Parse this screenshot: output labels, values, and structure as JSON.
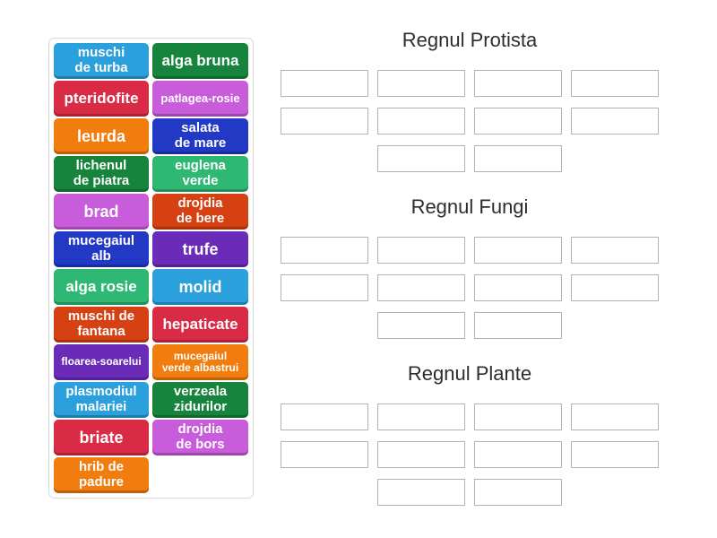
{
  "activity": {
    "tray": {
      "tiles": [
        {
          "label": "muschi\nde turba",
          "color": "#2ba0dc"
        },
        {
          "label": "alga bruna",
          "color": "#17843d"
        },
        {
          "label": "pteridofite",
          "color": "#d92b45"
        },
        {
          "label": "patlagea-rosie",
          "color": "#c95cda"
        },
        {
          "label": "leurda",
          "color": "#f07d0e"
        },
        {
          "label": "salata\nde mare",
          "color": "#2239c5"
        },
        {
          "label": "lichenul\nde piatra",
          "color": "#17843d"
        },
        {
          "label": "euglena\nverde",
          "color": "#2eb873"
        },
        {
          "label": "brad",
          "color": "#c95cda"
        },
        {
          "label": "drojdia\nde bere",
          "color": "#d64113"
        },
        {
          "label": "mucegaiul\nalb",
          "color": "#2239c5"
        },
        {
          "label": "trufe",
          "color": "#6a2cb8"
        },
        {
          "label": "alga rosie",
          "color": "#2eb873"
        },
        {
          "label": "molid",
          "color": "#2ba0dc"
        },
        {
          "label": "muschi de\nfantana",
          "color": "#d64113"
        },
        {
          "label": "hepaticate",
          "color": "#d92b45"
        },
        {
          "label": "floarea-soarelui",
          "color": "#6a2cb8"
        },
        {
          "label": "mucegaiul\nverde albastrui",
          "color": "#f07d0e"
        },
        {
          "label": "plasmodiul\nmalariei",
          "color": "#2ba0dc"
        },
        {
          "label": "verzeala\nzidurilor",
          "color": "#17843d"
        },
        {
          "label": "briate",
          "color": "#d92b45"
        },
        {
          "label": "drojdia\nde bors",
          "color": "#c95cda"
        },
        {
          "label": "hrib de\npadure",
          "color": "#f07d0e"
        }
      ]
    },
    "groups": [
      {
        "title": "Regnul Protista",
        "slot_count": 10
      },
      {
        "title": "Regnul Fungi",
        "slot_count": 10
      },
      {
        "title": "Regnul Plante",
        "slot_count": 10
      }
    ]
  },
  "colors": {
    "page_background": "#ffffff",
    "tray_border": "#d8d8d8",
    "slot_border": "#b3b3b3",
    "slot_background": "#ffffff",
    "group_title_text": "#2d2d2d",
    "tile_text": "#ffffff"
  }
}
